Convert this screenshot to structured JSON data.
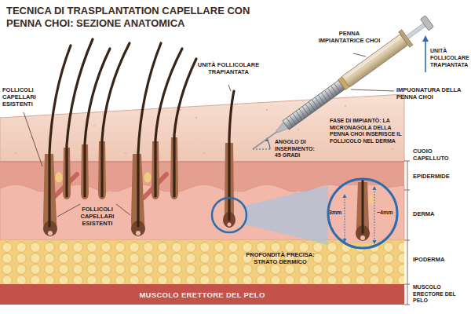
{
  "diagram": {
    "title": "TECNICA DI TRASPLANTATION CAPELLARE CON PENNA CHOI: SEZIONE ANATOMICA",
    "nodes": [
      {
        "text": [
          "3mm",
          "~4mm"
        ]
      },
      {
        "text": [
          "MUSCOLO ERETTORE DEL PELO"
        ]
      }
    ],
    "labels": [
      "FOLLICOLI CAPELLARI ESISTENTI",
      "UNITÀ FOLLICOLARE TRAPIANTATA",
      "PENNA IMPIANTATRICE CHOI",
      "UNITÀ FOLLICOLARE TRAPIANTATA",
      "IMPUGNATURA DELLA PENNA CHOI",
      "ANGOLO DI INSERIMENTO: 45 GRADI",
      "FASE DI IMPIANTO: LA MICRONAGOLA DELLA PENNA CHOI INSERISCE IL FOLLICOLO NEL DERMA",
      "CUOIO CAPELLUTO",
      "EPIDERMIDE",
      "FOLLICOLI CAPELLARI ESISTENTI",
      "DERMA",
      "PROFONDITÀ PRECISA: STRATO DERMICO",
      "IPODERMA",
      "MUSCOLO ERECTORE DEL PELO"
    ]
  }
}
